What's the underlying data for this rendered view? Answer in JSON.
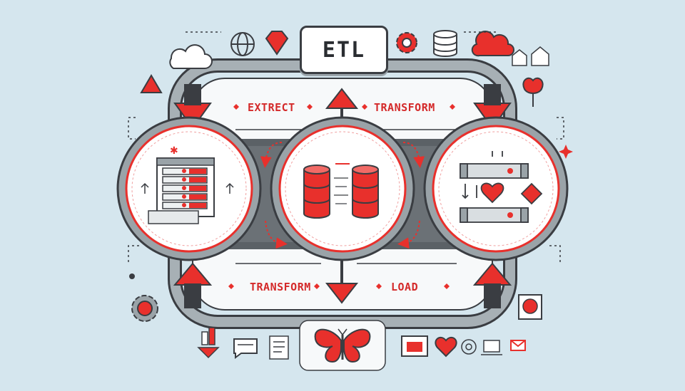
{
  "title": "ETL",
  "labels": {
    "top_left": "EXTRECT",
    "top_right": "TRANSFORM",
    "bottom_left": "TRANSFORM",
    "bottom_right": "LOAD"
  },
  "colors": {
    "background": "#d5e6ee",
    "accent": "#e8302c",
    "dark": "#3a3d42",
    "frame": "#9aa3a8",
    "panel": "#f7f9fa"
  },
  "icons": [
    "cloud-icon",
    "globe-icon",
    "gem-icon",
    "gear-icon",
    "database-icon",
    "red-cloud-icon",
    "house-icon",
    "flower-icon",
    "warning-triangle-icon",
    "server-rack-icon",
    "cylinders-icon",
    "process-flow-icon",
    "butterfly-icon",
    "heart-icon",
    "laptop-icon",
    "mail-icon",
    "document-icon",
    "chat-icon",
    "bar-chart-icon",
    "target-icon"
  ]
}
